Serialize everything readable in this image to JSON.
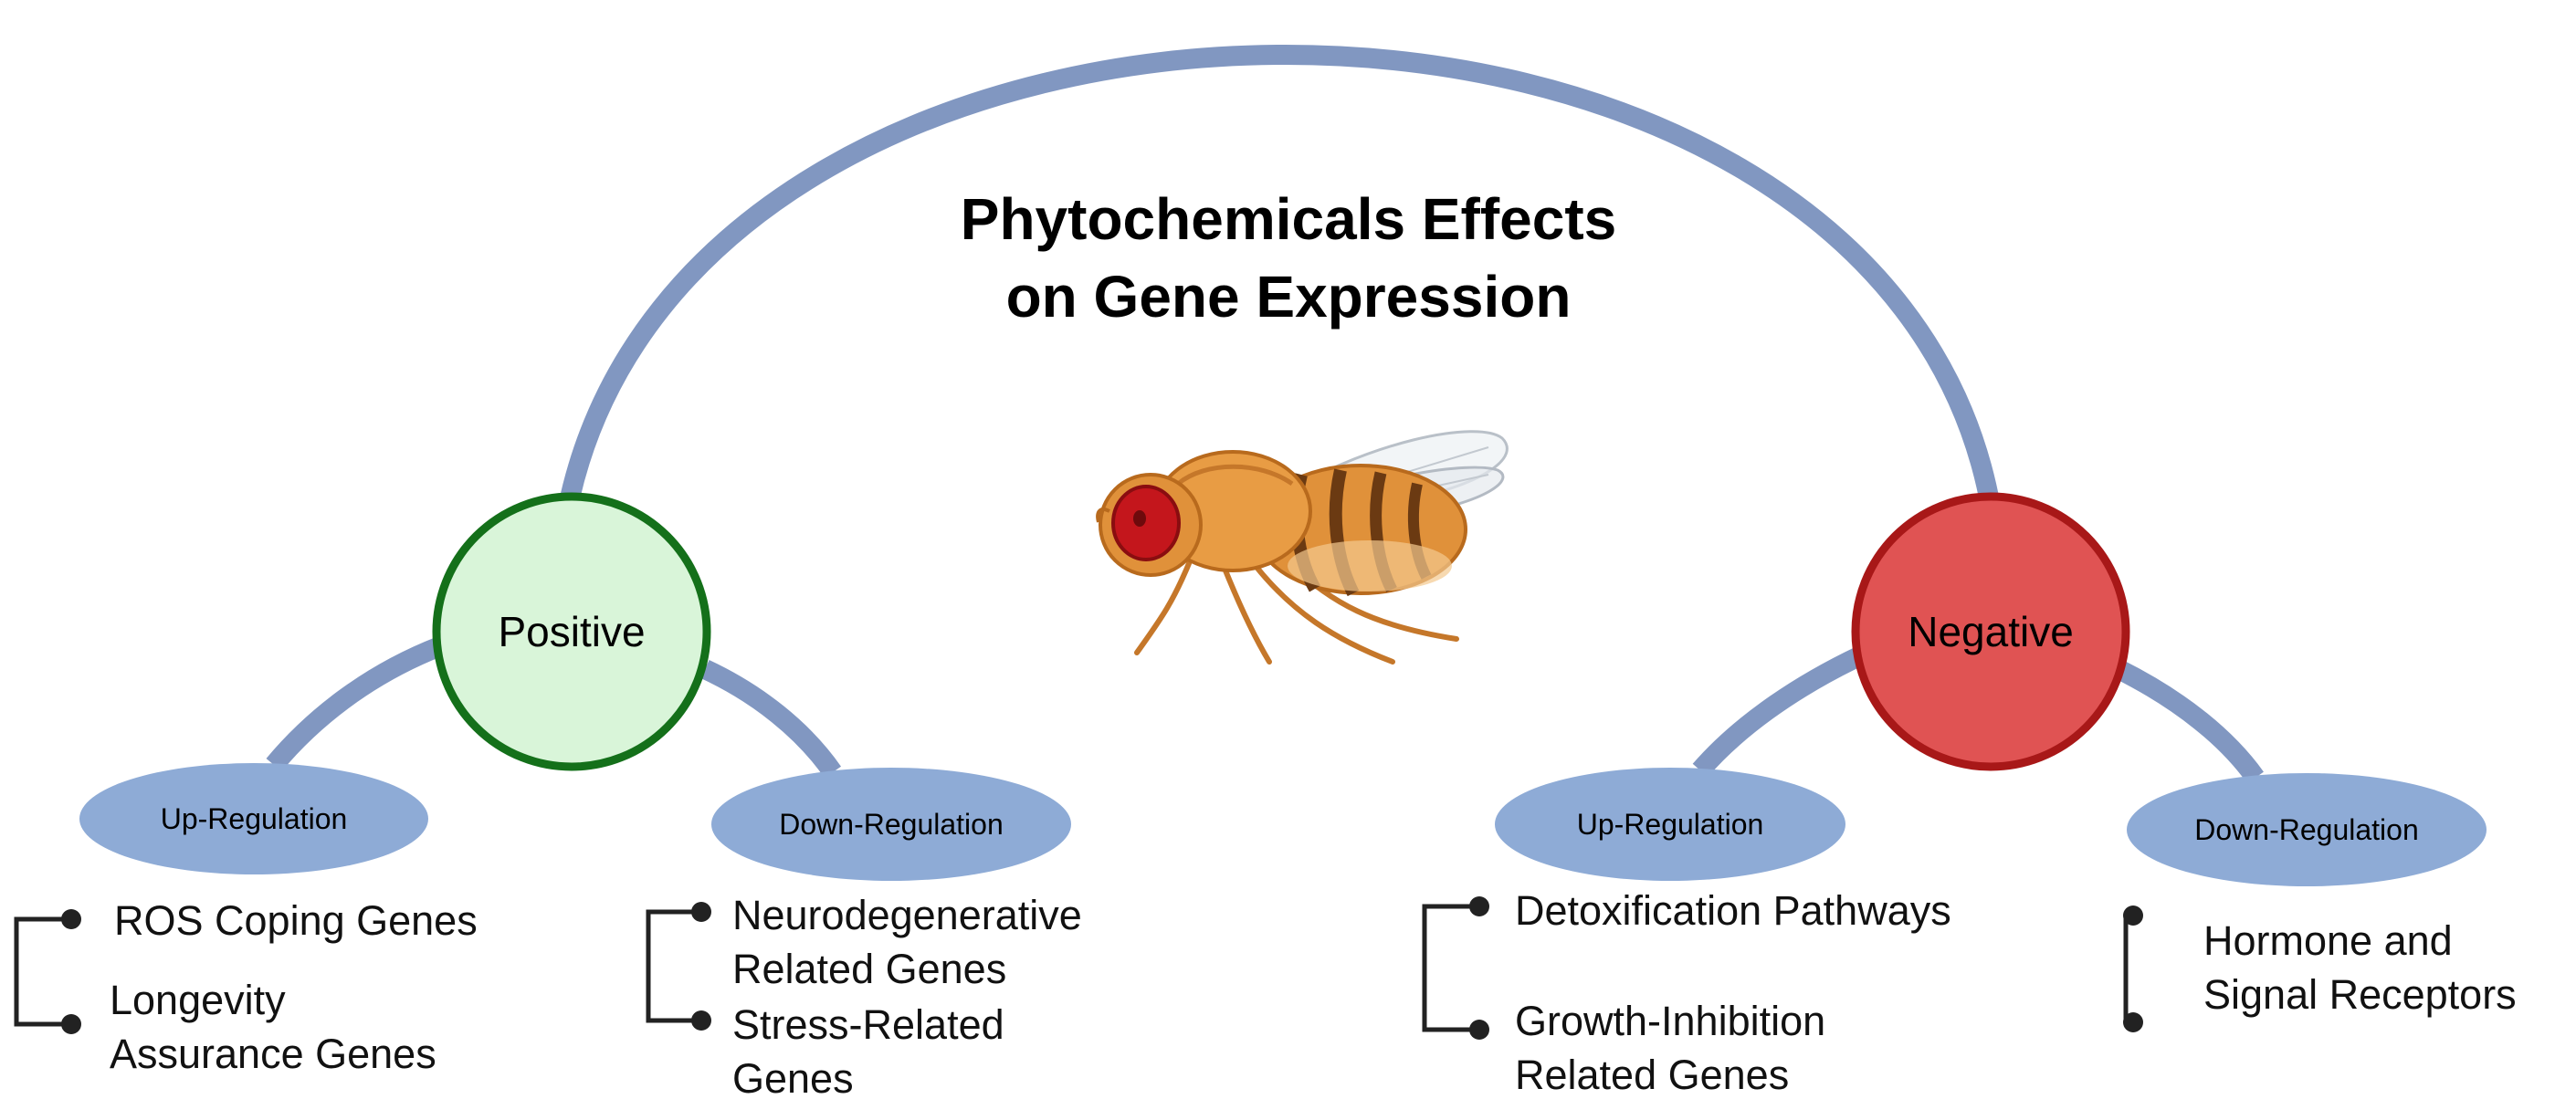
{
  "title": {
    "line1": "Phytochemicals Effects",
    "line2": "on Gene Expression"
  },
  "colors": {
    "connector": "#8197c1",
    "ellipse_fill": "#8eabd6",
    "positive_fill": "#d9f5d9",
    "positive_stroke": "#14701a",
    "negative_fill": "#e05353",
    "negative_stroke": "#a81818",
    "fly_body": "#e0913a",
    "fly_eye": "#c4161c"
  },
  "icons": {
    "center": "fruit-fly-icon"
  },
  "positive": {
    "label": "Positive",
    "up": {
      "label": "Up-Regulation",
      "genes": [
        "ROS Coping Genes",
        "Longevity",
        "Assurance Genes"
      ]
    },
    "down": {
      "label": "Down-Regulation",
      "genes": [
        "Neurodegenerative",
        "Related Genes",
        "Stress-Related",
        "Genes"
      ]
    }
  },
  "negative": {
    "label": "Negative",
    "up": {
      "label": "Up-Regulation",
      "genes": [
        "Detoxification Pathways",
        "Growth-Inhibition",
        "Related Genes"
      ]
    },
    "down": {
      "label": "Down-Regulation",
      "genes": [
        "Hormone and",
        "Signal Receptors"
      ]
    }
  }
}
